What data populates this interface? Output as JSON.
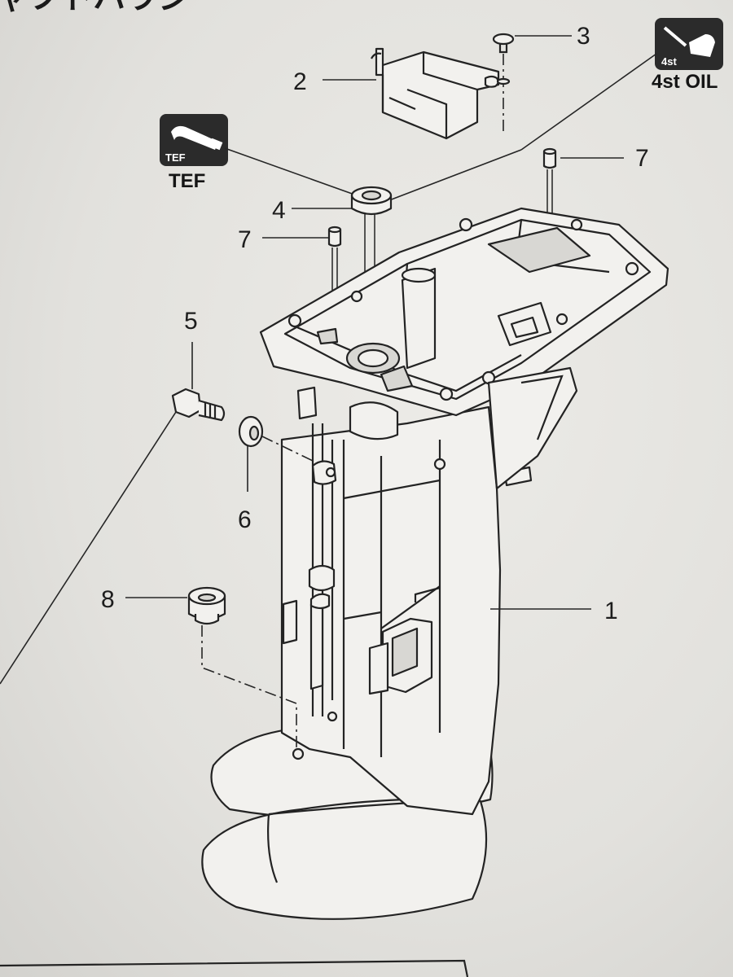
{
  "header": {
    "title_fragment": "ャフトハウジ"
  },
  "callouts": {
    "part_1": "1",
    "part_2": "2",
    "part_3": "3",
    "part_4": "4",
    "part_5": "5",
    "part_6": "6",
    "part_7a": "7",
    "part_7b": "7",
    "part_8": "8"
  },
  "badges": {
    "tef": {
      "caption": "TEF",
      "inner_label": "TEF",
      "icon": "grease-tube-icon"
    },
    "oil": {
      "caption": "4st OIL",
      "inner_label": "4st",
      "icon": "oil-can-icon"
    }
  },
  "colors": {
    "ink": "#232323",
    "paper": "#e4e3df",
    "badge": "#2b2b2b"
  }
}
